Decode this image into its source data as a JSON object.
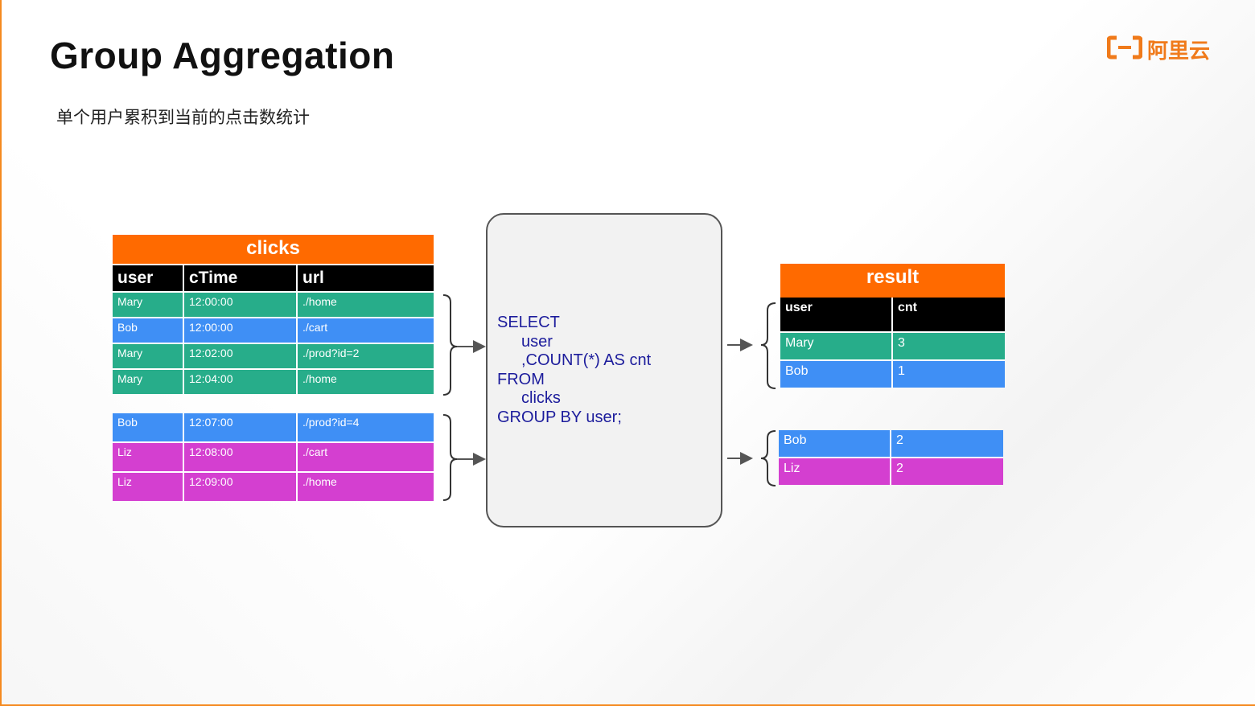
{
  "slide": {
    "title": "Group Aggregation",
    "subtitle": "单个用户累积到当前的点击数统计"
  },
  "logo": {
    "text": "阿里云",
    "icon": "aliyun-bracket-icon",
    "color": "#f07a1a"
  },
  "colors": {
    "header": "#ff6a00",
    "columns": "#000000",
    "mary": "#27ad8a",
    "bob": "#3f8ff5",
    "liz": "#d43fd0"
  },
  "clicks": {
    "title": "clicks",
    "columns": [
      "user",
      "cTime",
      "url"
    ],
    "batch1": [
      [
        "Mary",
        "12:00:00",
        "./home"
      ],
      [
        "Bob",
        "12:00:00",
        "./cart"
      ],
      [
        "Mary",
        "12:02:00",
        "./prod?id=2"
      ],
      [
        "Mary",
        "12:04:00",
        "./home"
      ]
    ],
    "batch2": [
      [
        "Bob",
        "12:07:00",
        "./prod?id=4"
      ],
      [
        "Liz",
        "12:08:00",
        "./cart"
      ],
      [
        "Liz",
        "12:09:00",
        "./home"
      ]
    ]
  },
  "query": {
    "lines": [
      "SELECT",
      "user",
      ",COUNT(*) AS cnt",
      "FROM",
      "clicks",
      "GROUP BY user;"
    ]
  },
  "result": {
    "title": "result",
    "columns": [
      "user",
      "cnt"
    ],
    "batch1": [
      [
        "Mary",
        "3"
      ],
      [
        "Bob",
        "1"
      ]
    ],
    "batch2": [
      [
        "Bob",
        "2"
      ],
      [
        "Liz",
        "2"
      ]
    ]
  }
}
